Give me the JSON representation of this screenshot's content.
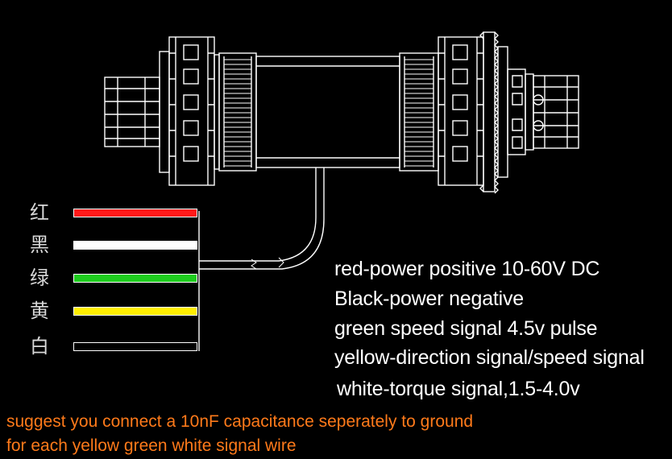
{
  "wire_labels_cn": [
    "红",
    "黑",
    "绿",
    "黄",
    "白"
  ],
  "wire_colors": [
    "#ff1a1a",
    "#ffffff",
    "#1ecc1e",
    "#ffee00",
    "#000000"
  ],
  "legend_lines": [
    "red-power positive 10-60V DC",
    "Black-power negative",
    "green speed signal 4.5v pulse",
    "yellow-direction signal/speed signal",
    "white-torque signal,1.5-4.0v"
  ],
  "note": {
    "line1": "suggest you connect a 10nF capacitance seperately to ground",
    "line2": "for each yellow green white signal wire",
    "color": "#ff7a1a"
  },
  "line_color": "#ffffff"
}
